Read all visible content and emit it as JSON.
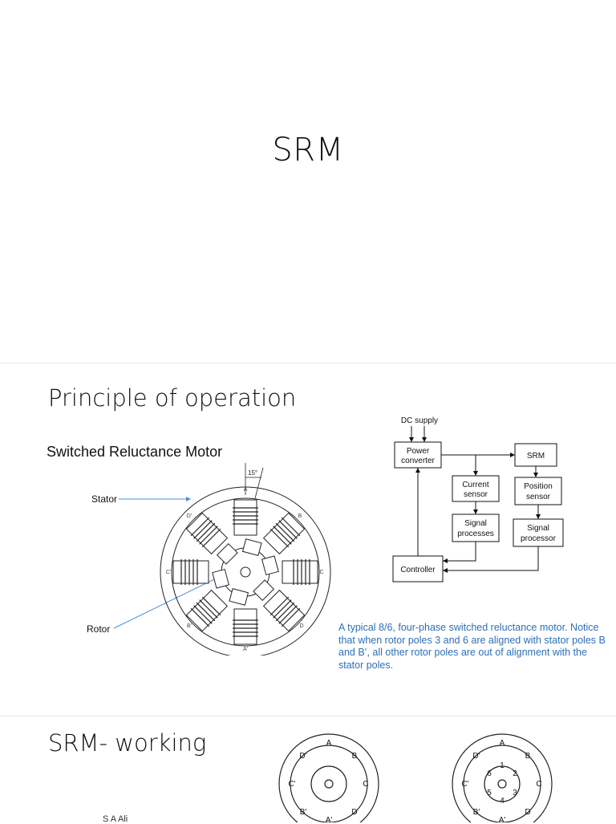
{
  "slide1": {
    "title": "SRM"
  },
  "slide2": {
    "heading": "Principle of operation",
    "subheading": "Switched Reluctance Motor",
    "labels": {
      "stator": "Stator",
      "rotor": "Rotor",
      "angle": "15°"
    },
    "pole_letters": [
      "A",
      "B",
      "C",
      "D",
      "A'",
      "B'",
      "C'",
      "D'"
    ],
    "block_diagram": {
      "dc_supply": "DC supply",
      "power_converter": [
        "Power",
        "converter"
      ],
      "srm": "SRM",
      "current_sensor": [
        "Current",
        "sensor"
      ],
      "position_sensor": [
        "Position",
        "sensor"
      ],
      "signal_processes": [
        "Signal",
        "processes"
      ],
      "signal_processor": [
        "Signal",
        "processor"
      ],
      "controller": "Controller"
    },
    "caption": "A typical 8/6, four-phase switched reluctance motor. Notice that when rotor poles 3 and 6 are aligned with stator poles B and B’, all other rotor poles are out of alignment with the stator poles."
  },
  "slide3": {
    "heading": "SRM- working",
    "partial_text": "S    A       Ali",
    "motor1_labels": [
      "A",
      "B",
      "C",
      "D",
      "A'",
      "B'",
      "C'",
      "D'"
    ],
    "motor2_labels": [
      "A",
      "B",
      "C",
      "D",
      "A'",
      "B'",
      "C'",
      "D'"
    ],
    "rotor_numbers": [
      "1",
      "2",
      "3",
      "4",
      "5",
      "6"
    ]
  },
  "colors": {
    "caption": "#2c6fb8",
    "arrow": "#4a90d9"
  }
}
